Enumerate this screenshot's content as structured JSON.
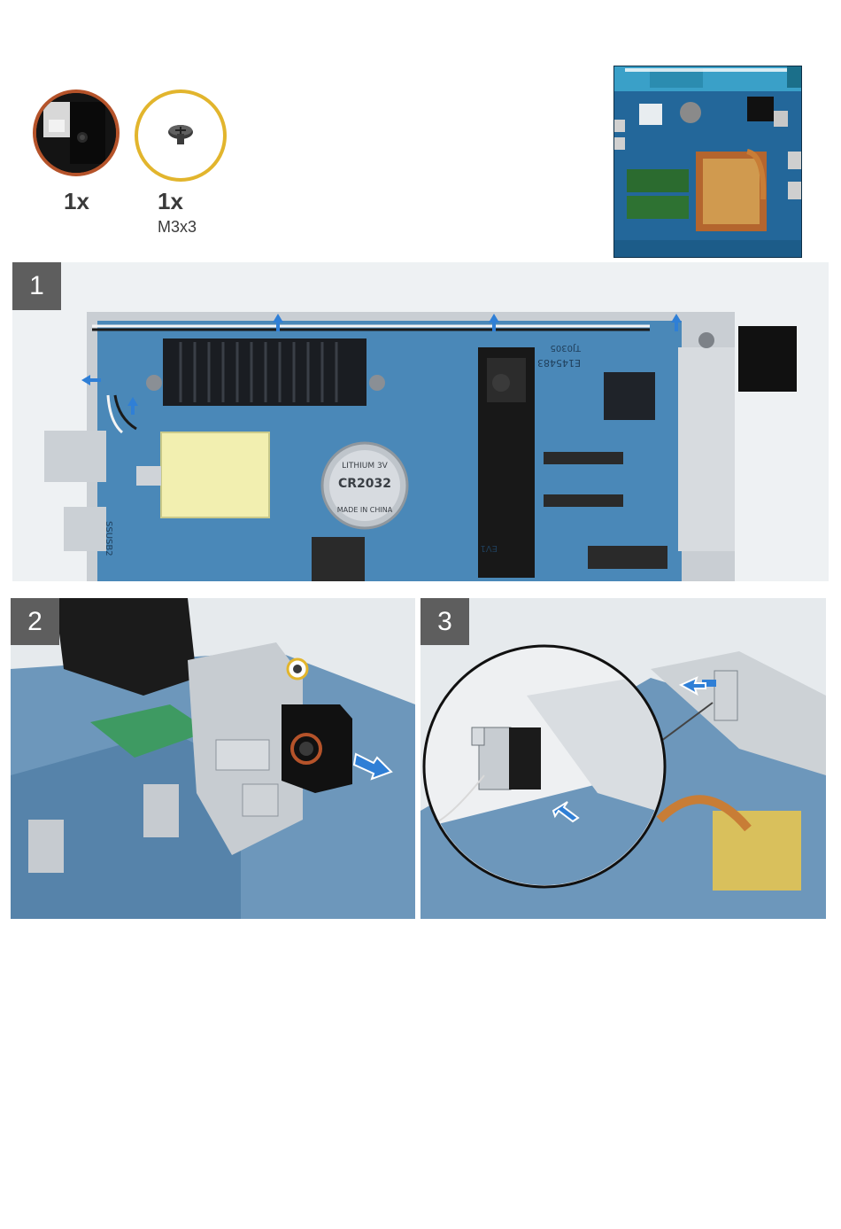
{
  "parts": [
    {
      "quantity": "1x",
      "spec": "",
      "icon": "back-port-cover-icon",
      "ring_color": "#b5532a"
    },
    {
      "quantity": "1x",
      "spec": "M3x3",
      "icon": "screw-icon",
      "ring_color": "#e2b52d"
    }
  ],
  "steps": [
    {
      "number": "1"
    },
    {
      "number": "2"
    },
    {
      "number": "3"
    }
  ],
  "board_labels": {
    "battery_line1": "LITHIUM 3V",
    "battery_model": "CR2032",
    "battery_line3": "MADE IN CHINA",
    "code_a": "E145483",
    "code_b": "TJ0305",
    "code_c": "SSUSB2",
    "code_d": "EV1"
  },
  "colors": {
    "board_blue": "#4a88b8",
    "arrow_blue": "#2f7fd6",
    "step_badge": "#5e5e5e",
    "panel_bg": "#e8ecef"
  }
}
